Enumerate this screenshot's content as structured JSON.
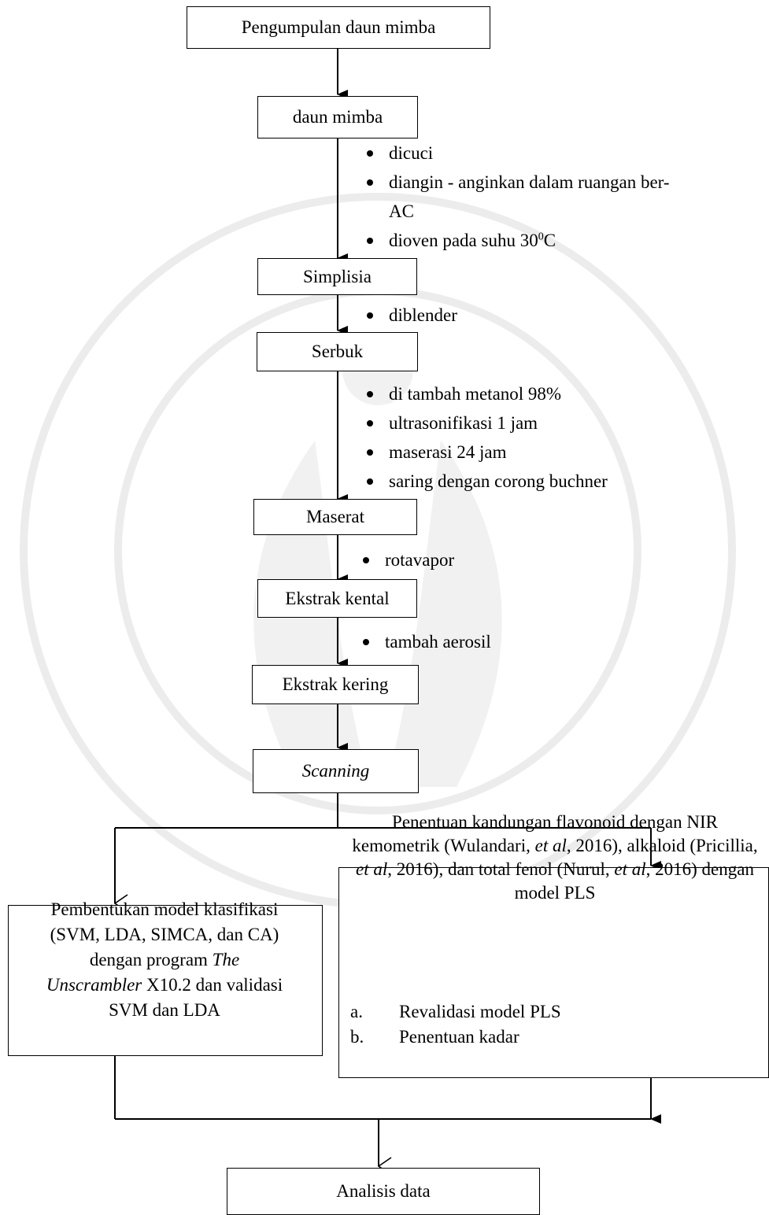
{
  "flow": {
    "step1": "Pengumpulan daun mimba",
    "step2": "daun mimba",
    "step2_notes": [
      "dicuci",
      "diangin - anginkan dalam ruangan ber-AC"
    ],
    "step2_note_oven": {
      "text": "dioven pada suhu 30",
      "sup": "0",
      "unit": "C"
    },
    "step3": "Simplisia",
    "step3_notes": [
      "diblender"
    ],
    "step4": "Serbuk",
    "step4_notes": [
      "di tambah metanol 98%",
      "ultrasonifikasi 1 jam",
      "maserasi 24 jam",
      "saring dengan corong buchner"
    ],
    "step5": "Maserat",
    "step5_notes": [
      "rotavapor"
    ],
    "step6": "Ekstrak kental",
    "step6_notes": [
      "tambah aerosil"
    ],
    "step7": "Ekstrak kering",
    "step8": "Scanning",
    "klasifikasi": {
      "p1": "Pembentukan model klasifikasi",
      "p2": "(SVM, LDA, SIMCA, dan CA)",
      "p3a": "dengan program ",
      "p3b": "The",
      "p4a": "Unscrambler",
      "p4b": " X10.2 dan validasi",
      "p5": "SVM dan LDA"
    },
    "penentuan": {
      "t1": "Penentuan kandungan flavonoid dengan NIR kemometrik (Wulandari, ",
      "t2": "et al",
      "t3": ", 2016), alkaloid (Pricillia, ",
      "t4": "et al",
      "t5": ", 2016), dan total fenol (Nurul, ",
      "t6": "et al",
      "t7": ", 2016) dengan model PLS",
      "items": [
        {
          "marker": "a.",
          "text": "Revalidasi model PLS"
        },
        {
          "marker": "b.",
          "text": "Penentuan kadar"
        }
      ]
    },
    "final": "Analisis data"
  }
}
